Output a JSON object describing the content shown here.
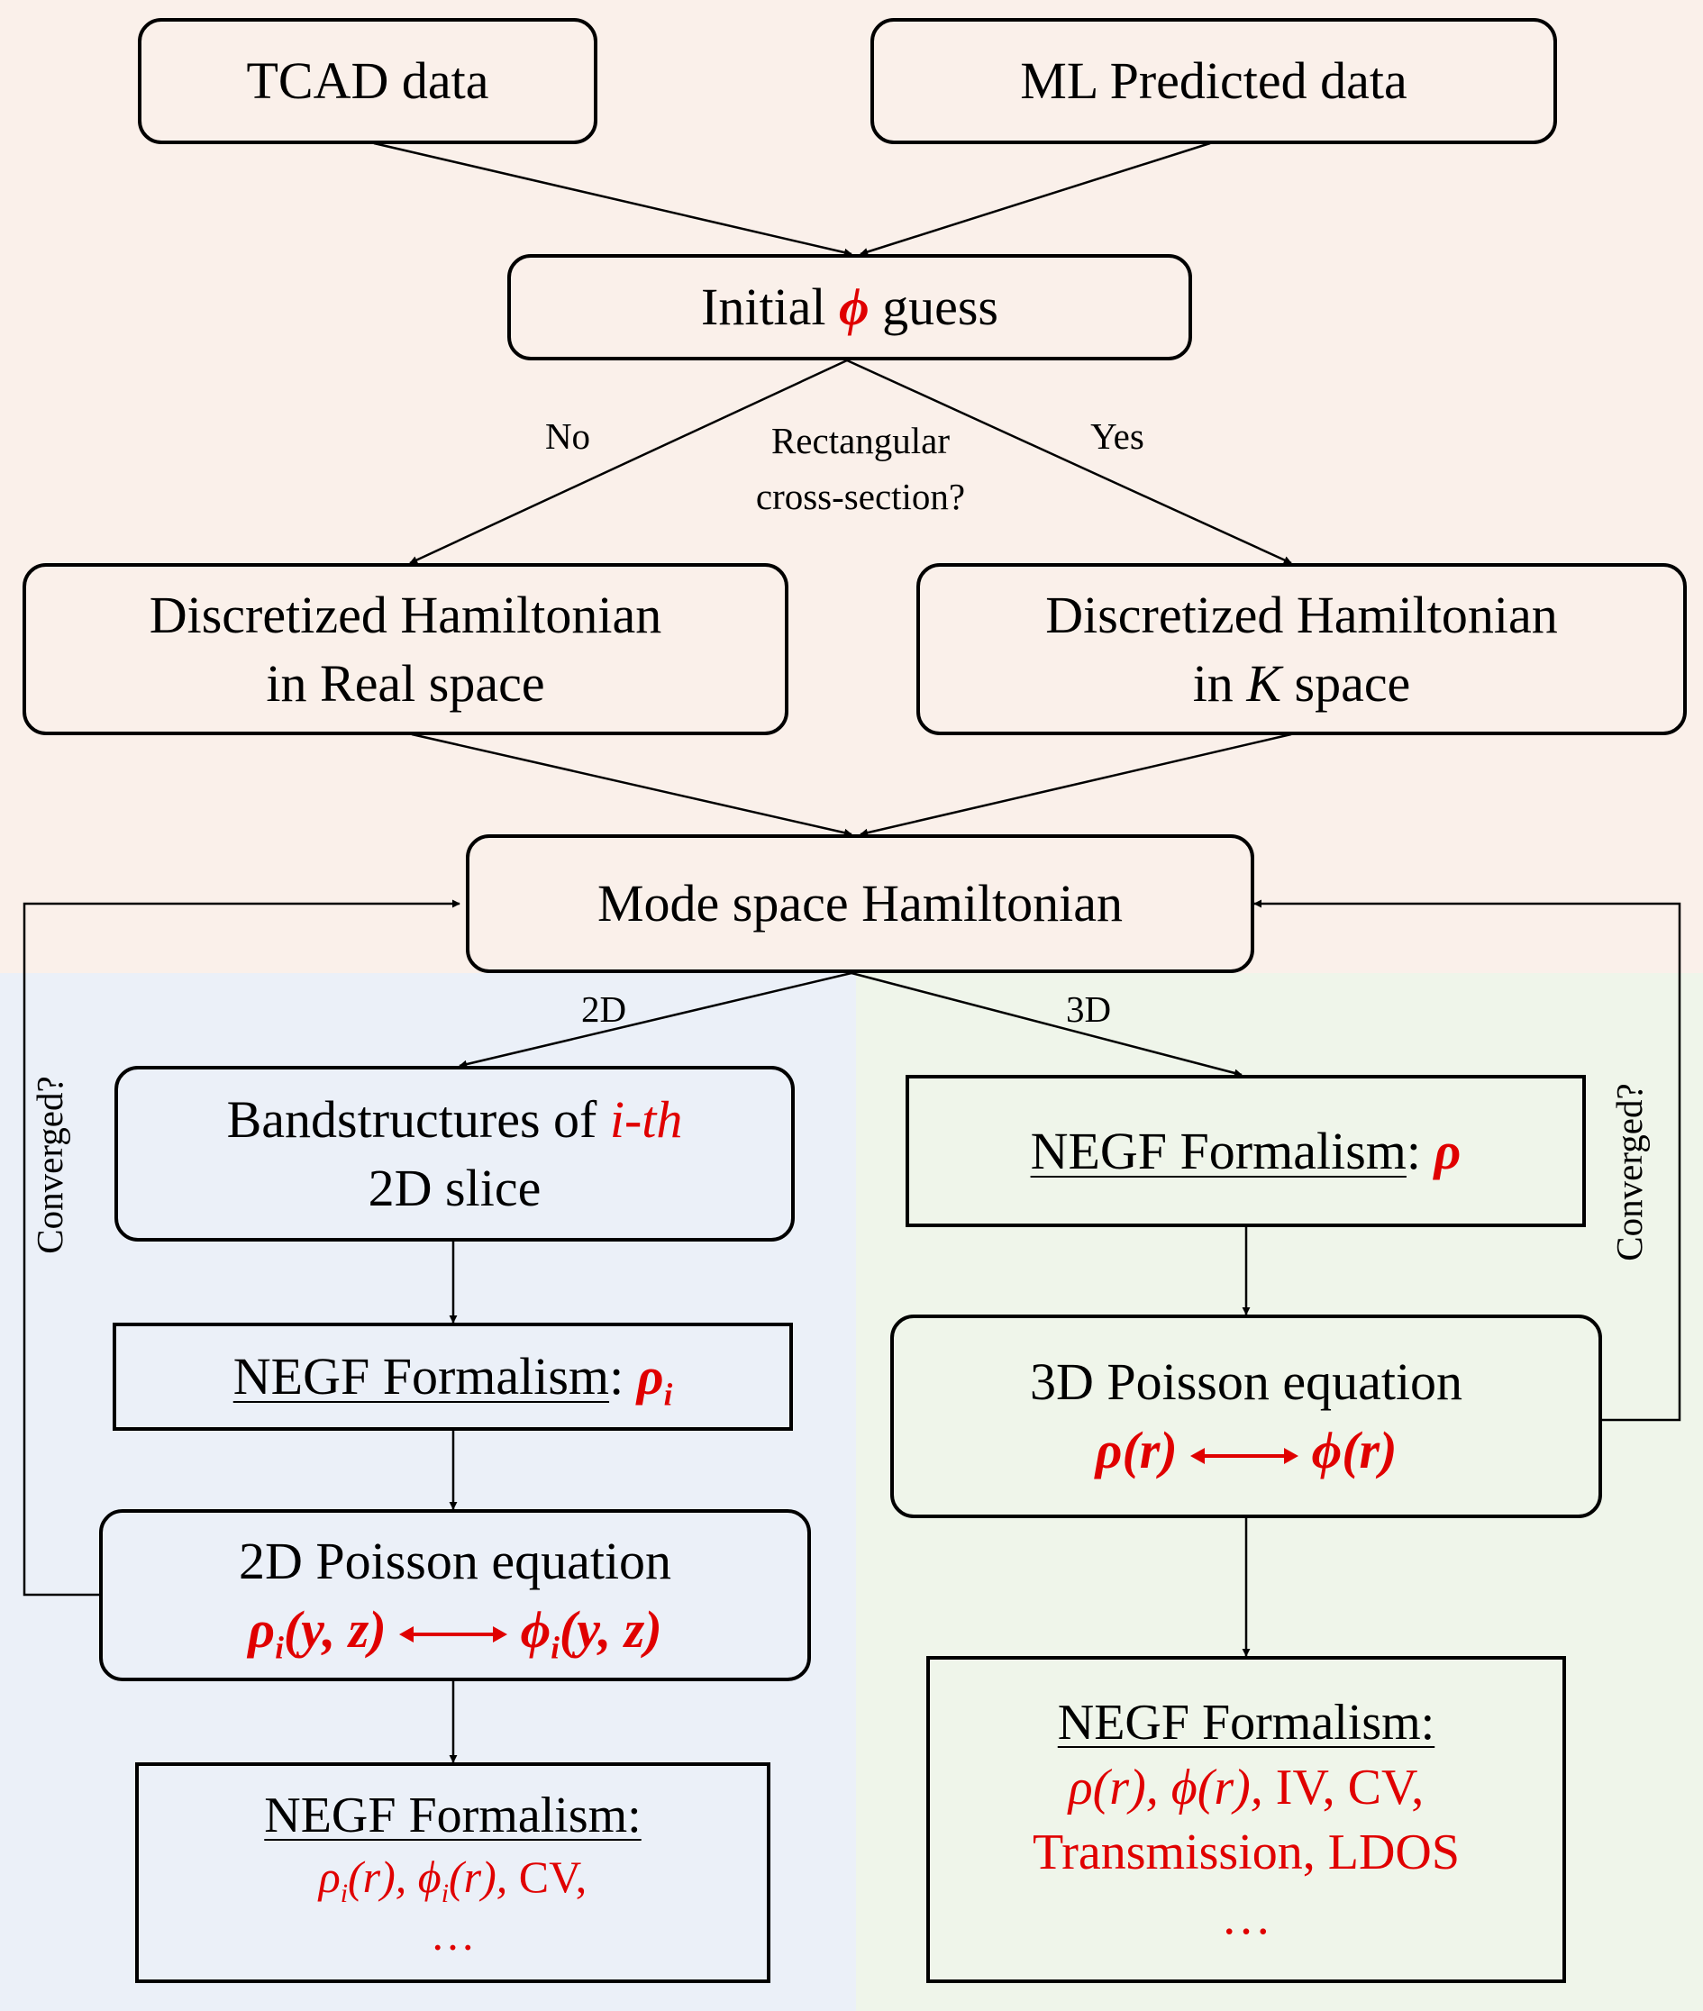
{
  "colors": {
    "top_region": "#faf0ea",
    "left_region": "#ebf0f8",
    "right_region": "#eff5ea",
    "highlight": "#e00000",
    "stroke": "#000000"
  },
  "nodes": {
    "tcad": "TCAD data",
    "ml": "ML Predicted data",
    "initial": {
      "pre": "Initial",
      "symbol": "ϕ",
      "post": "guess"
    },
    "ham_real": {
      "line1": "Discretized Hamiltonian",
      "line2": "in Real space"
    },
    "ham_k": {
      "line1": "Discretized Hamiltonian",
      "pre": "in",
      "k": "K",
      "post": "space"
    },
    "mode_space": "Mode space Hamiltonian",
    "bandstructures": {
      "pre": "Bandstructures of",
      "ith": "i-th",
      "line2": "2D slice"
    },
    "negf_left": {
      "label": "NEGF Formalism",
      "colon": ":",
      "rho": "ρ",
      "sub": "i"
    },
    "poisson2d": {
      "title": "2D Poisson equation",
      "rho": "ρ",
      "rho_sub": "i",
      "rho_args": "(y, z)",
      "phi": "ϕ",
      "phi_sub": "i",
      "phi_args": "(y, z)"
    },
    "negf_left_final": {
      "title": "NEGF Formalism:",
      "rho": "ρ",
      "rho_sub": "i",
      "rho_args": "(r), ",
      "phi": "ϕ",
      "phi_sub": "i",
      "phi_args": "(r), ",
      "cv": "CV,",
      "ellipsis": "…"
    },
    "negf_right": {
      "label": "NEGF Formalism",
      "colon": ":",
      "rho": "ρ"
    },
    "poisson3d": {
      "title": "3D Poisson equation",
      "rho": "ρ(r)",
      "phi": "ϕ(r)"
    },
    "negf_right_final": {
      "title": "NEGF Formalism:",
      "rho": "ρ(r), ",
      "phi": "ϕ(r), ",
      "ivcv": "IV, CV,",
      "line3": "Transmission, LDOS",
      "ellipsis": "…"
    }
  },
  "edge_labels": {
    "no": "No",
    "question_line1": "Rectangular",
    "question_line2": "cross-section?",
    "yes": "Yes",
    "two_d": "2D",
    "three_d": "3D",
    "converged_left": "Converged?",
    "converged_right": "Converged?"
  }
}
